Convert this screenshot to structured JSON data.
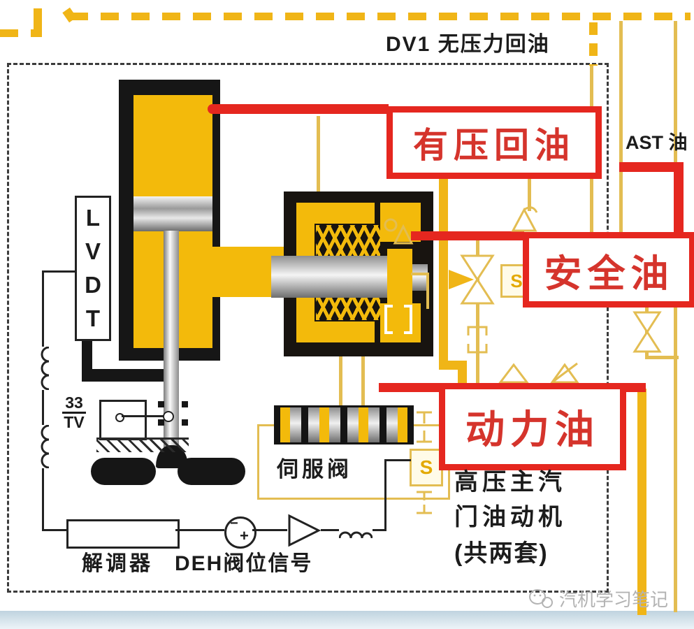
{
  "colors": {
    "pipe_yellow_thick": "#f0b517",
    "pipe_yellow_thin": "#e3bd52",
    "component_yellow": "#f3ba0b",
    "line_red": "#e5271f",
    "label_red": "#d5342c",
    "watermark_gray": "#b3b3b3"
  },
  "labels": {
    "dv1_return": "DV1 无压力回油",
    "ast_oil": "AST 油",
    "pressurized_return": "有压回油",
    "safety_oil": "安全油",
    "power_oil": "动力油",
    "servo_valve": "伺服阀",
    "demodulator": "解调器",
    "deh_signal": "DEH阀位信号",
    "actuator_note_line1": "高压主汽",
    "actuator_note_line2": "门油动机",
    "actuator_note_line3": "(共两套)",
    "watermark": "汽机学习笔记"
  },
  "lvdt": {
    "letters": [
      "L",
      "V",
      "D",
      "T"
    ]
  },
  "limit_switch": {
    "numerator": "33",
    "denominator": "TV"
  },
  "summing_junction": {
    "minus": "−",
    "plus": "+"
  },
  "solenoid": {
    "s": "S"
  }
}
